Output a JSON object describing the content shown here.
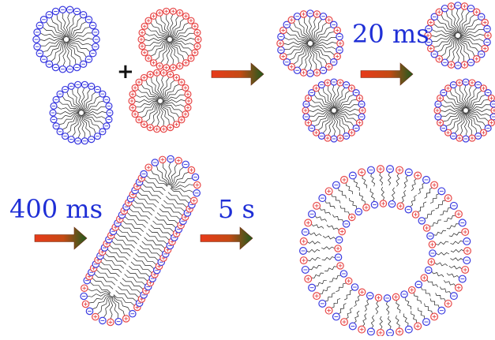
{
  "labels": {
    "stage1_time": "20 ms",
    "stage2_time": "400 ms",
    "stage3_time": "5 s",
    "plus": "+"
  },
  "colors": {
    "anionic_headgroup": "#3a3ae0",
    "cationic_headgroup": "#e84848",
    "tail": "#222222",
    "label": "#1f2fd6",
    "arrow_start": "#e83a1a",
    "arrow_end": "#1e5a1e"
  },
  "icons": {
    "micelle": "micelle-icon",
    "arrow": "arrow-right-icon",
    "rod": "rod-micelle-icon",
    "vesicle": "vesicle-icon"
  }
}
